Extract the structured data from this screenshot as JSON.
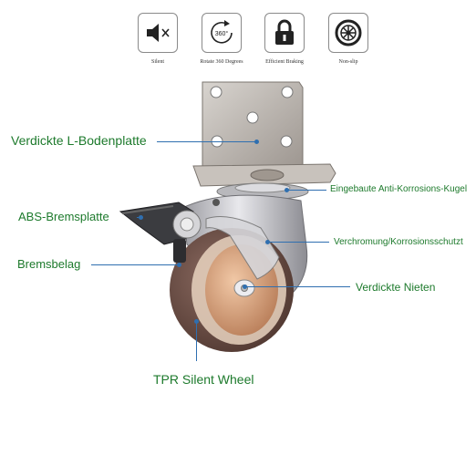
{
  "features": [
    {
      "icon": "speaker-muted-icon",
      "label": "Silent"
    },
    {
      "icon": "rotate-360-icon",
      "label": "Rotate 360 Degrees",
      "icon_text": "360°"
    },
    {
      "icon": "padlock-icon",
      "label": "Efficient Braking"
    },
    {
      "icon": "wheel-icon",
      "label": "Non-slip"
    }
  ],
  "callouts": {
    "base_plate": "Verdickte L-Bodenplatte",
    "ball_bearing": "Eingebaute Anti-Korrosions-Kugel",
    "brake_plate": "ABS-Bremsplatte",
    "chrome": "Verchromung/Korrosionsschutzt",
    "brake_pad": "Bremsbelag",
    "rivets": "Verdickte Nieten",
    "wheel": "TPR Silent Wheel"
  },
  "colors": {
    "label_text": "#1d7a2c",
    "leader_line": "#2f6fb0",
    "metal": "#c9c9cc",
    "wheel": "#6b5048",
    "hub": "#d7a07a"
  }
}
